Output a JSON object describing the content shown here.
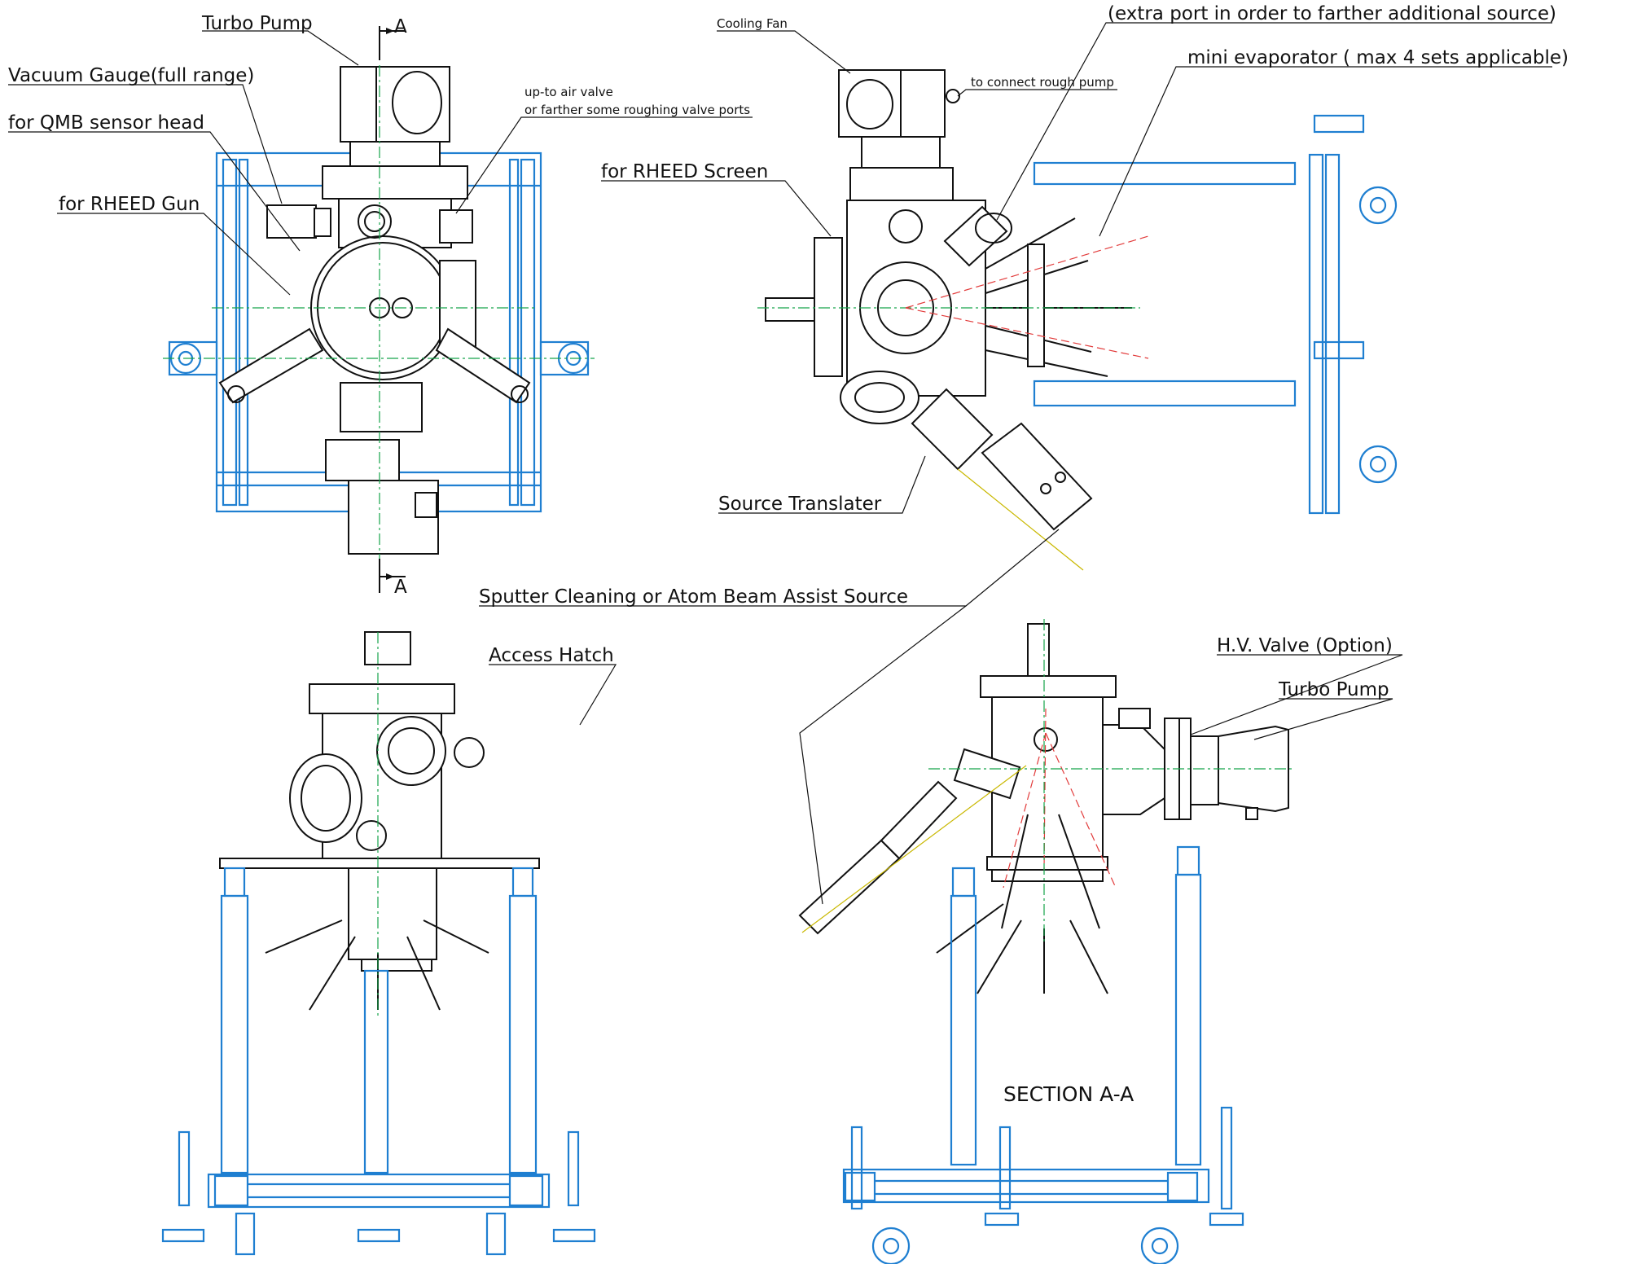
{
  "labels": {
    "turbo_pump_top": "Turbo Pump",
    "section_mark_top": "A",
    "section_mark_bottom": "A",
    "vacuum_gauge": "Vacuum Gauge(full range)",
    "qmb_sensor_head": "for QMB sensor head",
    "rheed_gun": "for RHEED Gun",
    "air_valve_line1": "up-to air valve",
    "air_valve_line2": "or farther some roughing valve ports",
    "cooling_fan": "Cooling Fan",
    "extra_port": "(extra port in order to farther additional source)",
    "mini_evaporator": "mini evaporator ( max 4 sets applicable)",
    "rough_pump": "to connect rough pump",
    "rheed_screen": "for RHEED Screen",
    "source_translater": "Source Translater",
    "sputter_cleaning": "Sputter Cleaning or Atom Beam Assist Source",
    "access_hatch": "Access Hatch",
    "hv_valve": "H.V. Valve (Option)",
    "turbo_pump_section": "Turbo Pump",
    "section_title": "SECTION A-A"
  },
  "colors": {
    "line_black": "#111111",
    "frame_blue": "#1f7fd1",
    "centerline_green": "#16a34a",
    "beam_red": "#e23b3b",
    "beam_yellow": "#c9b800",
    "background": "#ffffff"
  }
}
